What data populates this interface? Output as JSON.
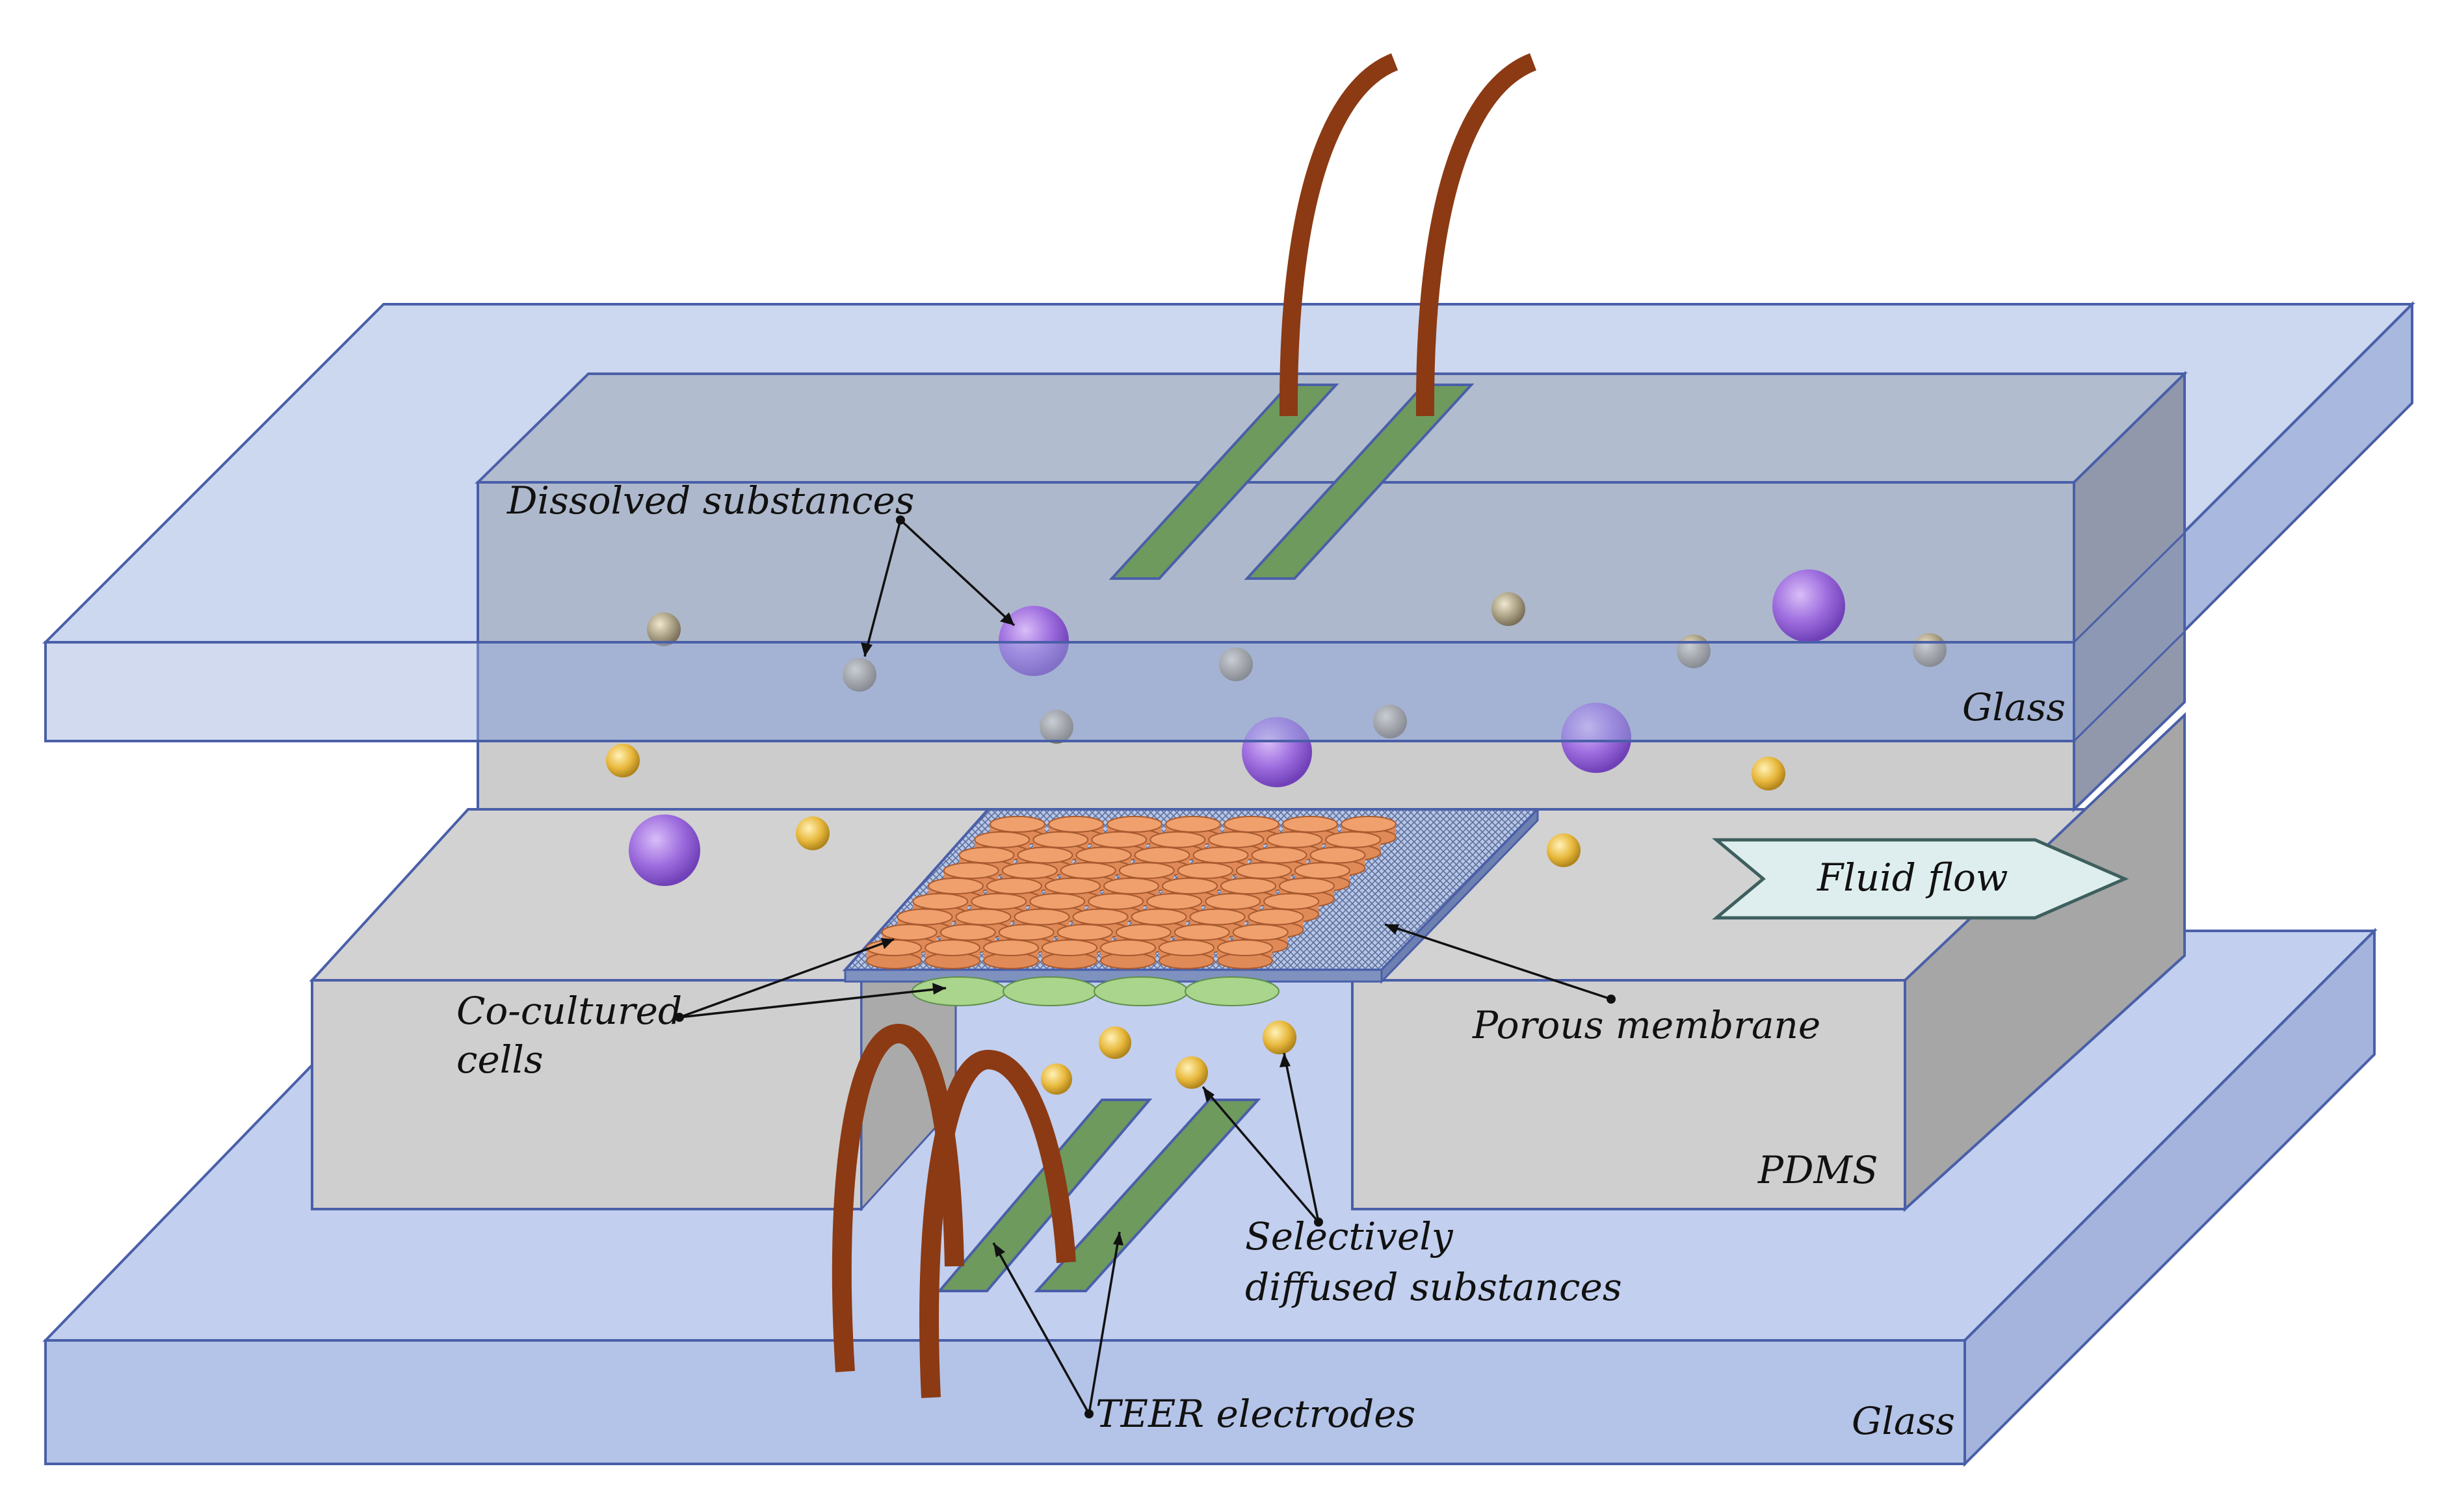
{
  "labels": {
    "dissolved_substances": "Dissolved substances",
    "glass_top": "Glass",
    "fluid_flow": "Fluid flow",
    "co_cultured_line1": "Co-cultured",
    "co_cultured_line2": "cells",
    "porous_membrane": "Porous membrane",
    "pdms": "PDMS",
    "selectively_line1": "Selectively",
    "selectively_line2": "diffused substances",
    "teer_electrodes": "TEER electrodes",
    "glass_bottom": "Glass"
  },
  "colors": {
    "glass_fill": "#bfcbea",
    "glass_edge": "#4a5fa8",
    "pdms_fill": "#d2d2d2",
    "pdms_side": "#a6a6a6",
    "electrode_fill": "#6e9a5e",
    "wire": "#8b3a14",
    "large_particle": "#9f6ad8",
    "small_particle_grey": "#a39a7c",
    "small_particle_gold": "#e0b43a",
    "top_cells": "#f0a06c",
    "bottom_cells": "#a9d58c",
    "membrane": "#8ea0c8",
    "flow_arrow": "#deeeee"
  }
}
